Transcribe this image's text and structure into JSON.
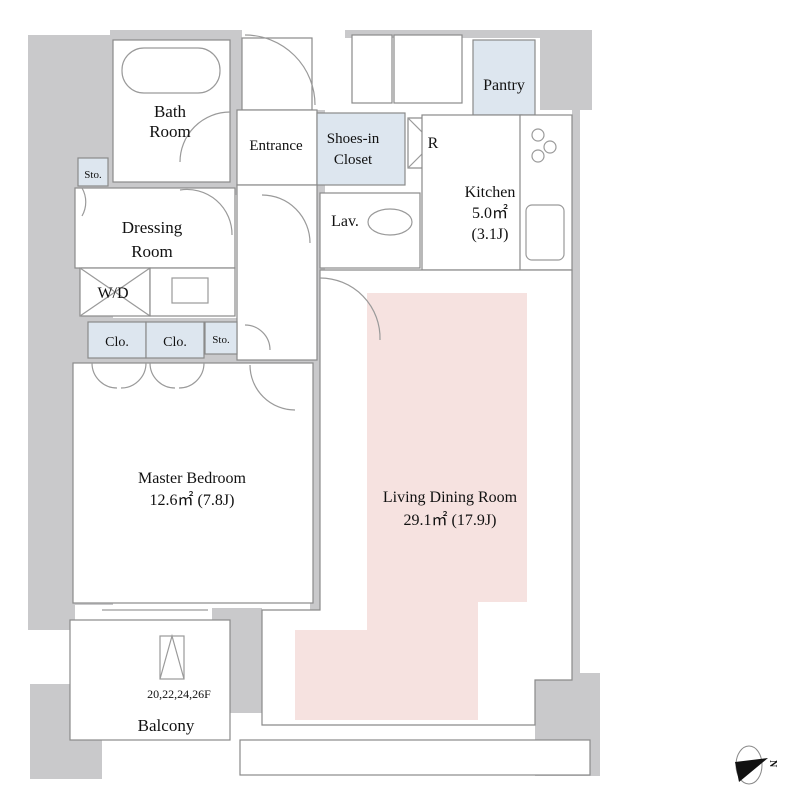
{
  "rooms": {
    "bath": [
      "Bath",
      "Room"
    ],
    "entrance": "Entrance",
    "shoes": [
      "Shoes-in",
      "Closet"
    ],
    "refrigerator": "R",
    "pantry": "Pantry",
    "kitchen": [
      "Kitchen",
      "5.0㎡",
      "(3.1J)"
    ],
    "sto_top": "Sto.",
    "dressing": [
      "Dressing",
      "Room"
    ],
    "lav": "Lav.",
    "wd": "W/D",
    "clo1": "Clo.",
    "clo2": "Clo.",
    "sto_mid": "Sto.",
    "master": [
      "Master Bedroom",
      "12.6㎡  (7.8J)"
    ],
    "living": [
      "Living Dining Room",
      "29.1㎡  (17.9J)"
    ],
    "floors": "20,22,24,26F",
    "balcony": "Balcony"
  },
  "compass": "N",
  "colors": {
    "wall": "#c9c9cb",
    "closet": "#dde6ef",
    "living_highlight": "#f6e2e0"
  }
}
